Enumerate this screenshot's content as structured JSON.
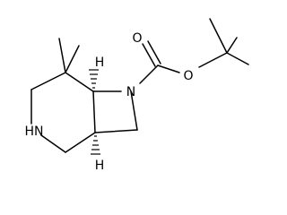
{
  "molecule": {
    "atoms": {
      "ring_nitrogen": "N",
      "amine": "HN",
      "carbonyl_oxygen": "O",
      "ester_oxygen": "O",
      "stereo_h_top": "H",
      "stereo_h_bottom": "H"
    },
    "colors": {
      "ink": "#000000",
      "background": "#ffffff"
    }
  }
}
